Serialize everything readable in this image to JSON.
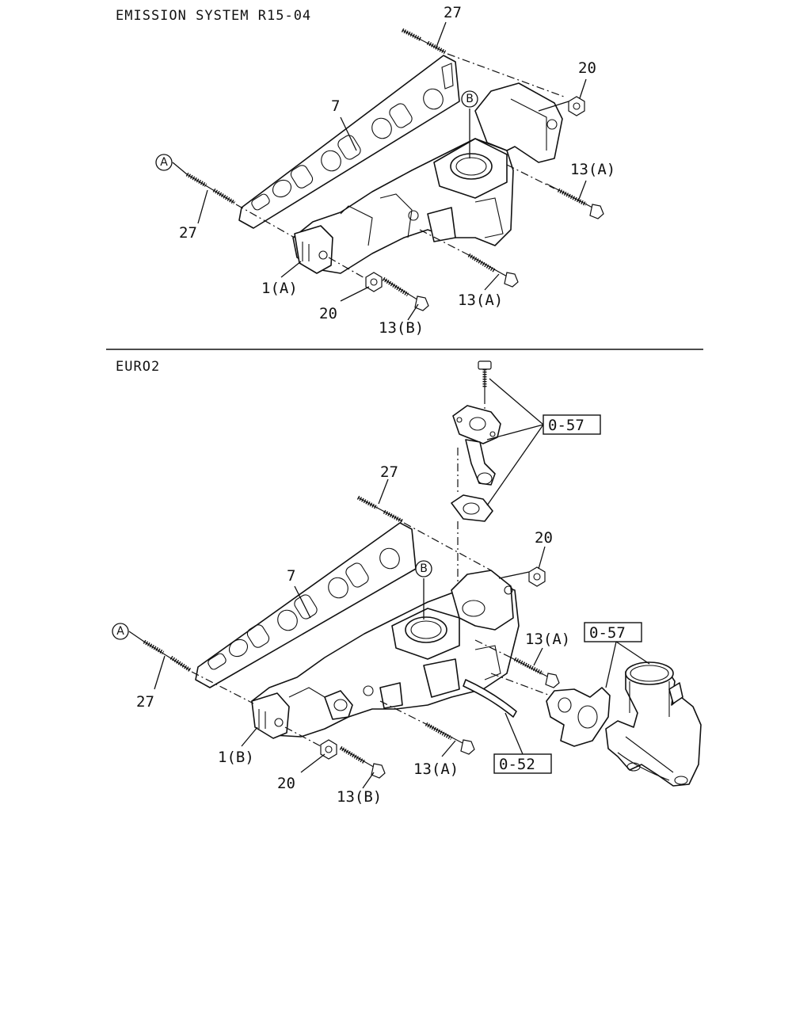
{
  "sections": [
    {
      "title": "EMISSION SYSTEM R15-04",
      "labels": {
        "l27_top": "27",
        "l20_top": "20",
        "l7": "7",
        "lB": "B",
        "lA": "A",
        "l13A_right": "13(A)",
        "l27_left": "27",
        "l1A": "1(A)",
        "l20_bottom": "20",
        "l13A_bottom": "13(A)",
        "l13B": "13(B)"
      }
    },
    {
      "title": "EURO2",
      "labels": {
        "l057_top": "0-57",
        "l27_top": "27",
        "l20_top": "20",
        "l7": "7",
        "lB": "B",
        "l057_right": "0-57",
        "lA": "A",
        "l13A_right": "13(A)",
        "l27_left": "27",
        "l1B": "1(B)",
        "l20_bottom": "20",
        "l13A_bottom": "13(A)",
        "l052": "0-52",
        "l13B": "13(B)"
      }
    }
  ]
}
